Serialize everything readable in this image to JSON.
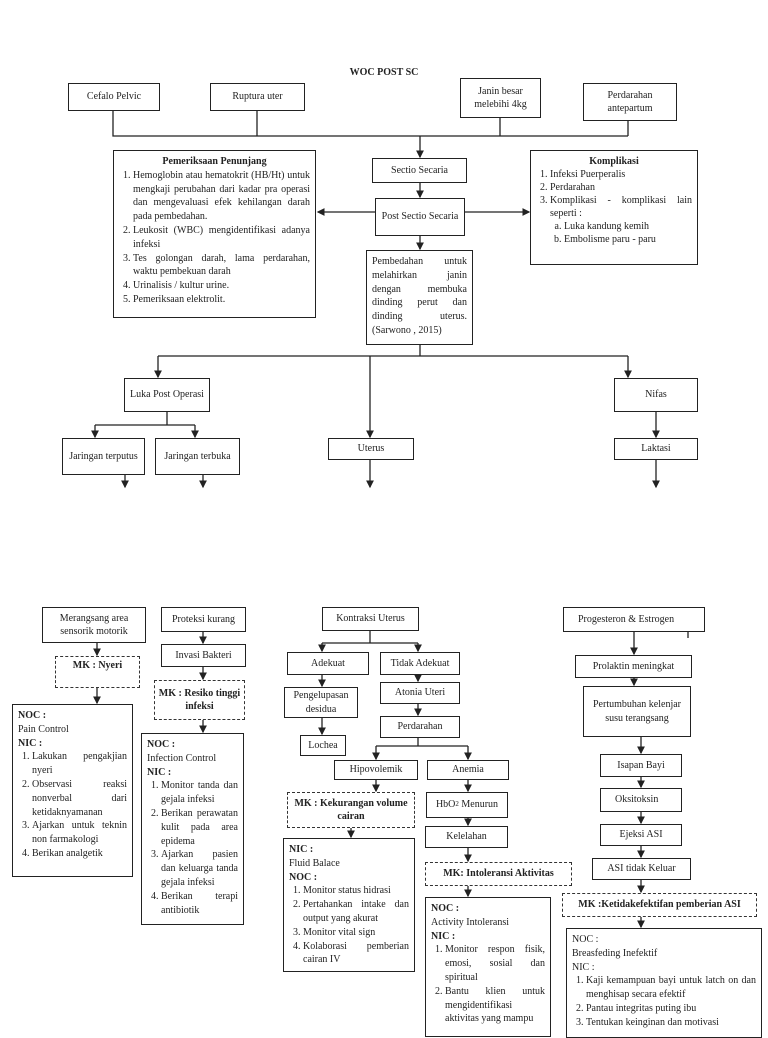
{
  "title": "WOC POST SC",
  "causes": [
    "Cefalo Pelvic",
    "Ruptura uter",
    "Janin besar melebihi 4kg",
    "Perdarahan antepartum"
  ],
  "sectio": "Sectio Secaria",
  "post_sectio": "Post Sectio Secaria",
  "definition": "Pembedahan untuk melahirkan janin dengan membuka dinding perut dan dinding uterus. (Sarwono , 2015)",
  "pemeriksaan": {
    "title": "Pemeriksaan Penunjang",
    "items": [
      "Hemoglobin atau hematokrit (HB/Ht) untuk mengkaji perubahan dari kadar pra operasi dan mengevaluasi efek kehilangan darah pada pembedahan.",
      "Leukosit (WBC) mengidentifikasi adanya infeksi",
      "Tes golongan darah, lama perdarahan, waktu pembekuan darah",
      "Urinalisis / kultur urine.",
      "Pemeriksaan elektrolit."
    ]
  },
  "komplikasi": {
    "title": "Komplikasi",
    "items": [
      "Infeksi Puerperalis",
      "Perdarahan",
      "Komplikasi - komplikasi lain seperti :"
    ],
    "sub": [
      "Luka kandung kemih",
      "Embolisme paru - paru"
    ]
  },
  "luka": "Luka Post Operasi",
  "nifas": "Nifas",
  "jaringan_putus": "Jaringan terputus",
  "jaringan_buka": "Jaringan terbuka",
  "uterus": "Uterus",
  "laktasi": "Laktasi",
  "nyeri": {
    "cause": "Merangsang area sensorik motorik",
    "mk": "MK : Nyeri",
    "noc_label": "NOC  :",
    "noc": "Pain Control",
    "nic_label": "NIC  :",
    "nic": [
      "Lakukan pengakjian nyeri",
      "Observasi reaksi nonverbal dari ketidaknyamanan",
      "Ajarkan untuk teknin non farmakologi",
      "Berikan analgetik"
    ]
  },
  "infeksi": {
    "cause": "Proteksi kurang",
    "cause2": "Invasi Bakteri",
    "mk": "MK : Resiko tinggi infeksi",
    "noc_label": "NOC  :",
    "noc": "Infection Control",
    "nic_label": "NIC  :",
    "nic": [
      "Monitor tanda dan gejala infeksi",
      "Berikan perawatan kulit pada area epidema",
      "Ajarkan pasien dan keluarga tanda gejala infeksi",
      "Berikan terapi antibiotik"
    ]
  },
  "kontraksi": {
    "title": "Kontraksi Uterus",
    "adekuat": "Adekuat",
    "tidak": "Tidak Adekuat",
    "pengelupasan": "Pengelupasan desidua",
    "lochea": "Lochea",
    "atonia": "Atonia Uteri",
    "perdarahan": "Perdarahan",
    "hipovolemik": "Hipovolemik",
    "anemia": "Anemia",
    "hbo2": "HbO",
    "hbo2_sub": "2",
    "hbo2_rest": " Menurun",
    "kelelahan": "Kelelahan"
  },
  "cairan": {
    "mk": "MK : Kekurangan volume cairan",
    "nic_label": "NIC  :",
    "nic": "Fluid Balace",
    "noc_label": "NOC  :",
    "items": [
      "Monitor status hidrasi",
      "Pertahankan intake dan output yang akurat",
      "Monitor vital sign",
      "Kolaborasi pemberian cairan IV"
    ]
  },
  "aktivitas": {
    "mk": "MK: Intoleransi Aktivitas",
    "noc_label": "NOC  :",
    "noc": "Activity Intoleransi",
    "nic_label": "NIC  :",
    "items": [
      "Monitor respon fisik, emosi, sosial dan spiritual",
      "Bantu klien untuk mengidentifikasi aktivitas yang mampu"
    ]
  },
  "asi": {
    "progesteron": "Progesteron & Estrogen",
    "prolaktin": "Prolaktin meningkat",
    "pertumbuhan": "Pertumbuhan kelenjar susu terangsang",
    "isapan": "Isapan Bayi",
    "oksitoksin": "Oksitoksin",
    "ejeksi": "Ejeksi ASI",
    "tidak_keluar": "ASI tidak Keluar",
    "mk": "MK :Ketidakefektifan pemberian ASI",
    "noc_label": "NOC  :",
    "noc": "Breasfeding Inefektif",
    "nic_label": "NIC  :",
    "items": [
      "Kaji kemampuan bayi untuk latch on dan menghisap secara efektif",
      "Pantau integritas puting ibu",
      "Tentukan keinginan dan motivasi"
    ]
  }
}
